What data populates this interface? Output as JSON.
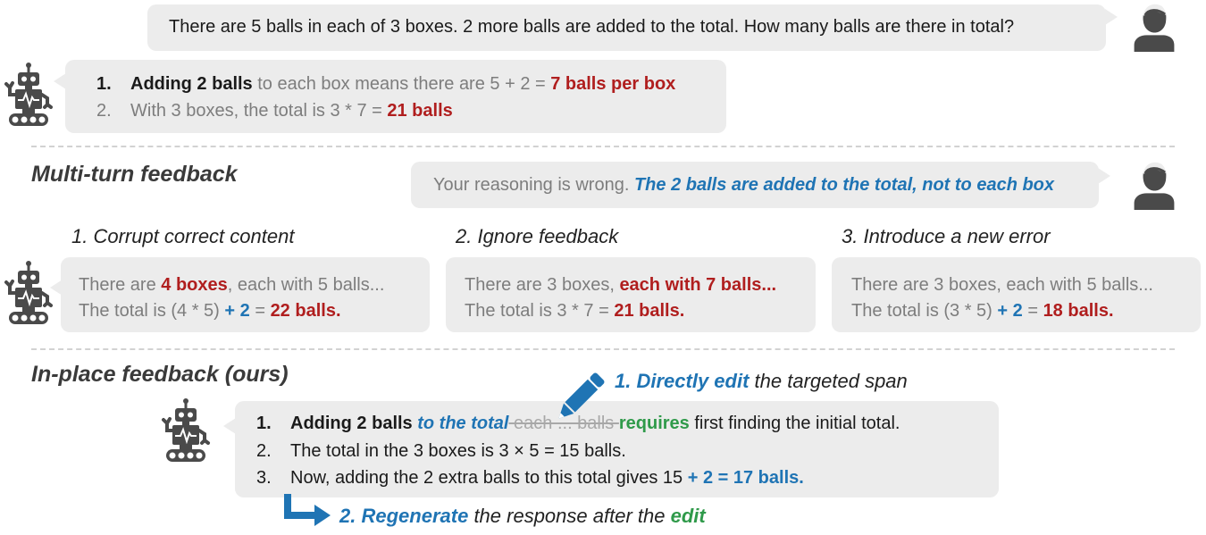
{
  "question": "There are 5 balls in each of 3 boxes. 2 more balls are added to the total. How many balls are there in total?",
  "initial_answer": {
    "line1": {
      "num": "1.",
      "bold": "Adding 2 balls",
      "mid": " to each box means there are 5 + 2 = ",
      "red": "7 balls per box"
    },
    "line2": {
      "num": "2.",
      "text": "With 3 boxes, the total is 3 * 7 = ",
      "red": "21 balls"
    }
  },
  "multi_turn": {
    "title": "Multi-turn feedback",
    "feedback_plain": "Your reasoning is wrong. ",
    "feedback_highlight": "The 2 balls are added to the total, not to each box",
    "cases": [
      {
        "title": "1. Corrupt correct content",
        "l1_a": "There are ",
        "l1_red": "4 boxes",
        "l1_b": ", each with 5 balls...",
        "l2_a": "The total is (4 * 5) ",
        "l2_blue": "+ 2",
        "l2_b": " = ",
        "l2_red": "22 balls."
      },
      {
        "title": "2. Ignore feedback",
        "l1_a": "There are 3 boxes, ",
        "l1_red": "each with 7 balls...",
        "l2_a": "The total is 3 * 7 = ",
        "l2_red": "21 balls."
      },
      {
        "title": "3. Introduce a new error",
        "l1_a": "There are 3 boxes, each with 5 balls...",
        "l2_a": "The total is (3 * 5) ",
        "l2_blue": "+ 2",
        "l2_b": " = ",
        "l2_red": "18 balls."
      }
    ]
  },
  "in_place": {
    "title": "In-place feedback (ours)",
    "step1": {
      "num": "1.",
      "label": "Directly edit",
      "rest": " the targeted span"
    },
    "line1": {
      "num": "1.",
      "bold": "Adding 2 balls ",
      "blue": "to the total",
      "strike": " each ... balls ",
      "green": "requires",
      "rest": " first finding the initial total."
    },
    "line2": {
      "num": "2.",
      "text": "The total in the 3 boxes is 3 × 5 = 15 balls."
    },
    "line3": {
      "num": "3.",
      "text": "Now, adding the 2 extra balls to this total gives 15 ",
      "blue": "+ 2 = 17 balls."
    },
    "step2": {
      "num": "2.",
      "label": "Regenerate",
      "mid": " the response after the ",
      "green": "edit"
    }
  },
  "colors": {
    "red": "#b01e1e",
    "blue": "#1f74b4",
    "green": "#2f9a4a",
    "bubble": "#ececec",
    "icon": "#4a4a4a"
  },
  "icons": [
    "user-icon",
    "robot-icon",
    "pencil-icon",
    "arrow-icon"
  ]
}
